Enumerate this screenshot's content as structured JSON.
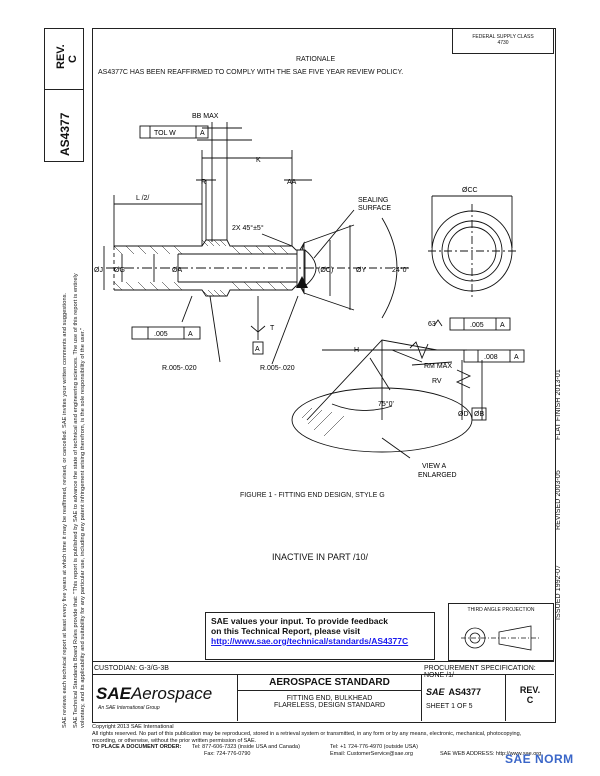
{
  "margin": {
    "rev_label": "REV.",
    "rev_value": "C",
    "doc_number": "AS4377",
    "side_text_1": "SAE Technical Standards Board Rules provide that: \"This report is published by SAE to advance the state of technical and engineering sciences. The use of this report is entirely",
    "side_text_2": "voluntary, and its applicability and suitability for any particular use, including any patent infringement arising therefrom, is the sole responsibility of the user.\"",
    "side_text_3": "SAE reviews each technical report at least every five years at which time it may be reaffirmed, revised, or cancelled. SAE invites your written comments and suggestions."
  },
  "right_margin": {
    "date_1": "FLAT FINISH 2013-01",
    "date_2": "REVISED 2003-05",
    "date_3": "ISSUED 1992-07"
  },
  "header": {
    "fed_supply_class": "FEDERAL SUPPLY CLASS",
    "fsc_number": "4730",
    "rationale_title": "RATIONALE",
    "rationale_text": "AS4377C HAS BEEN REAFFIRMED TO COMPLY WITH THE SAE FIVE YEAR REVIEW POLICY."
  },
  "drawing": {
    "figure_caption": "FIGURE 1 - FITTING END DESIGN, STYLE G",
    "inactive_note": "INACTIVE IN PART /10/",
    "labels": {
      "bb_max": "BB MAX",
      "tol_w": "TOL W",
      "datum_a": "A",
      "k": "K",
      "r": "R",
      "aa": "AA",
      "l": "L /2/",
      "chamfer": "2X 45°±5°",
      "sealing_surface": "SEALING\nSURFACE",
      "dia_j": "ØJ",
      "dia_g": "ØG",
      "dia_a": "ØA",
      "dia_y": "ØY",
      "dia_c_ref": "(ØC)",
      "angle_24": "24°0'",
      "dia_cc": "ØCC",
      "tol_005": ".005",
      "tol_008": ".008",
      "r1": "R.005-.020",
      "r2": "R.005-.020",
      "t": "T",
      "h": "H",
      "rm_max": "RM MAX",
      "rv": "RV",
      "angle_75": "75°0'",
      "dia_d": "ØD",
      "dia_b": "ØB",
      "finish_63": "63",
      "view_a": "VIEW A\nENLARGED",
      "third_angle": "THIRD ANGLE PROJECTION"
    }
  },
  "feedback": {
    "line1": "SAE values your input. To provide feedback",
    "line2": "on this Technical Report, please visit",
    "url": "http://www.sae.org/technical/standards/AS4377C"
  },
  "title_block": {
    "custodian": "CUSTODIAN: G-3/G-3B",
    "procurement": "PROCUREMENT SPECIFICATION: NONE /1/",
    "logo_sae": "SAE",
    "logo_aerospace": "Aerospace",
    "logo_sub": "An SAE International Group",
    "standard_type": "AEROSPACE STANDARD",
    "title_line1": "FITTING END, BULKHEAD",
    "title_line2": "FLARELESS, DESIGN STANDARD",
    "doc_number": "AS4377",
    "sheet": "SHEET 1 OF 5",
    "rev_label": "REV.",
    "rev_value": "C"
  },
  "footer": {
    "copyright": "Copyright 2013 SAE International",
    "rights": "All rights reserved. No part of this publication may be reproduced, stored in a retrieval system or transmitted, in any form or by any means, electronic, mechanical, photocopying,",
    "rights2": "recording, or otherwise, without the prior written permission of SAE.",
    "order_label": "TO PLACE A DOCUMENT ORDER:",
    "tel": "Tel: 877-606-7323 (inside USA and Canada)",
    "tel2": "Tel: +1 724-776-4970 (outside USA)",
    "fax": "Fax: 724-776-0790",
    "email": "Email: CustomerService@sae.org",
    "web": "SAE WEB ADDRESS: http://www.sae.org",
    "watermark": "SAE NORM"
  }
}
